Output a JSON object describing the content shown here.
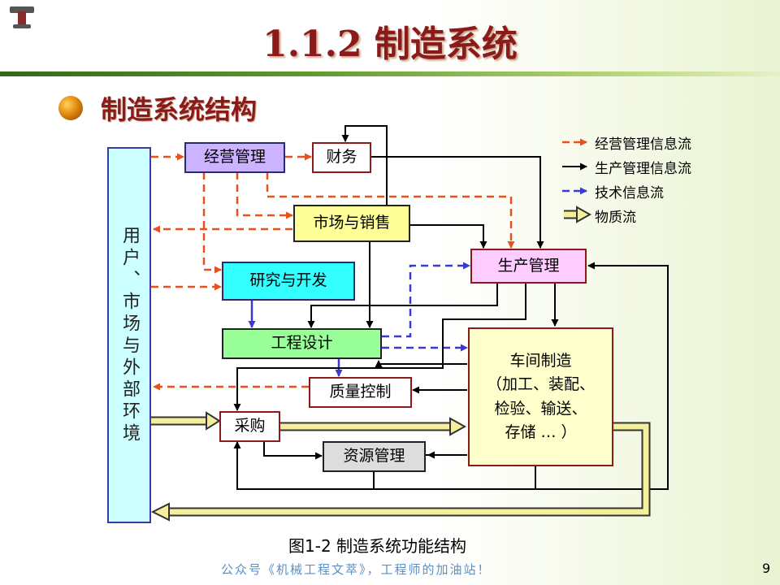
{
  "slide": {
    "title": "1.1.2 制造系统",
    "subtitle": "制造系统结构",
    "caption": "图1-2 制造系统功能结构",
    "watermark": "公众号《机械工程文萃》，工程师的加油站！",
    "page_number": "9"
  },
  "diagram": {
    "environment": "用户、市场与外部环境",
    "nodes": {
      "management": "经营管理",
      "finance": "财务",
      "marketing": "市场与销售",
      "production": "生产管理",
      "rnd": "研究与开发",
      "engineering": "工程设计",
      "quality": "质量控制",
      "purchasing": "采购",
      "resources": "资源管理",
      "workshop_title": "车间制造",
      "workshop_line1": "（加工、装配、",
      "workshop_line2": "检验、输送、",
      "workshop_line3": "存储 … ）"
    },
    "legend": [
      {
        "label": "经营管理信息流",
        "color": "#e8501c"
      },
      {
        "label": "生产管理信息流",
        "color": "#000000"
      },
      {
        "label": "技术信息流",
        "color": "#3a3ad0"
      },
      {
        "label": "物质流",
        "color": "#f2e98a"
      }
    ],
    "colors": {
      "management_fill": "#ccb3ff",
      "marketing_fill": "#ffff99",
      "production_fill": "#ffccff",
      "rnd_fill": "#33ffff",
      "engineering_fill": "#99ff99",
      "workshop_fill": "#ffffcc",
      "resources_fill": "#dddddd",
      "env_fill": "#ccffff"
    }
  }
}
